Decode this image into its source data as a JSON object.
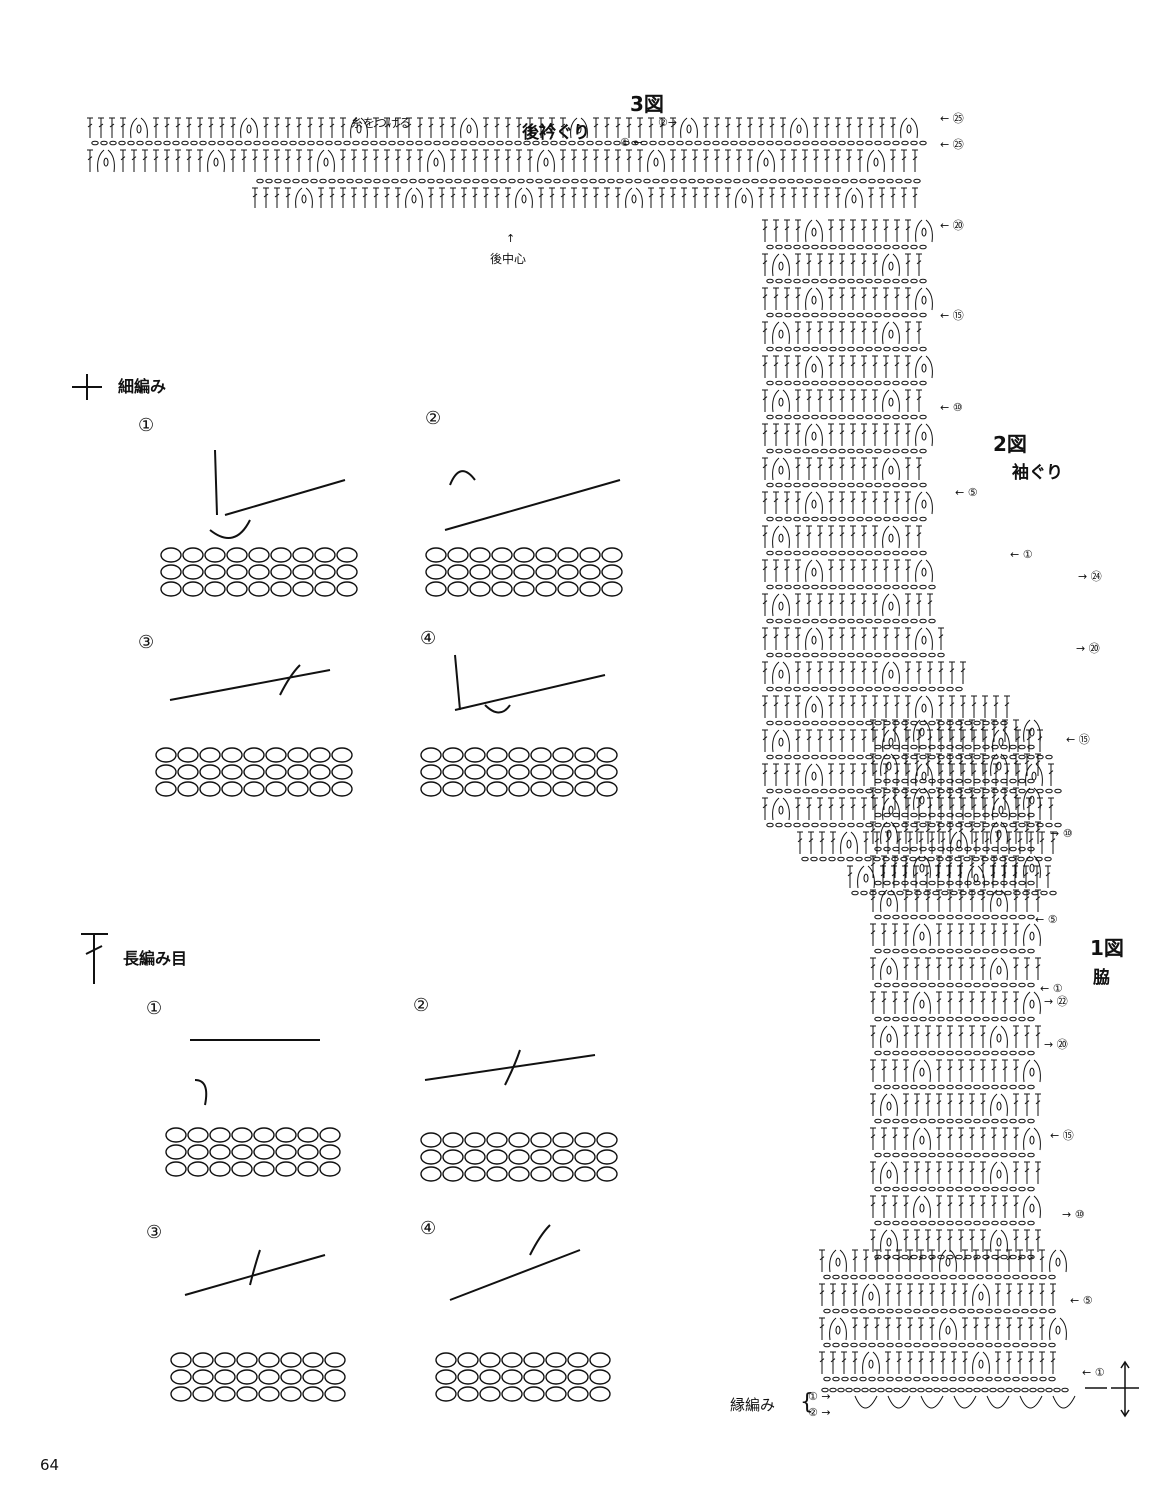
{
  "figures": {
    "fig3": {
      "title": "3図",
      "subtitle": "後衿ぐり",
      "attach_note": "糸をつける",
      "center_label": "後中心"
    },
    "fig2": {
      "title": "2図",
      "subtitle": "袖ぐり"
    },
    "fig1": {
      "title": "1図",
      "subtitle": "脇"
    }
  },
  "stitches": {
    "sc": {
      "name": "細編み",
      "steps": [
        "①",
        "②",
        "③",
        "④"
      ]
    },
    "dc": {
      "name": "長編み目",
      "steps": [
        "①",
        "②",
        "③",
        "④"
      ]
    }
  },
  "row_markers": {
    "fig3": [
      {
        "arrow": "←",
        "num": "㉕"
      },
      {
        "arrow": "←",
        "num": "㉕"
      },
      {
        "arrow": "←",
        "num": "⑳"
      },
      {
        "arrow": "←",
        "num": "⑮"
      },
      {
        "arrow": "←",
        "num": "⑩"
      },
      {
        "arrow": "←",
        "num": "⑤"
      },
      {
        "arrow": "←",
        "num": "①"
      },
      {
        "arrow": "②→",
        "num": ""
      }
    ],
    "fig2": [
      {
        "arrow": "→",
        "num": "㉔"
      },
      {
        "arrow": "→",
        "num": "⑳"
      },
      {
        "arrow": "←",
        "num": "⑮"
      },
      {
        "arrow": "→",
        "num": "⑩"
      },
      {
        "arrow": "←",
        "num": "⑤"
      },
      {
        "arrow": "←",
        "num": "①"
      }
    ],
    "fig1": [
      {
        "arrow": "→",
        "num": "㉒"
      },
      {
        "arrow": "→",
        "num": "⑳"
      },
      {
        "arrow": "←",
        "num": "⑮"
      },
      {
        "arrow": "→",
        "num": "⑩"
      },
      {
        "arrow": "←",
        "num": "⑤"
      },
      {
        "arrow": "←",
        "num": "①"
      }
    ]
  },
  "edging": {
    "label": "縁編み",
    "rows": [
      "①",
      "②"
    ]
  },
  "page_number": "64"
}
